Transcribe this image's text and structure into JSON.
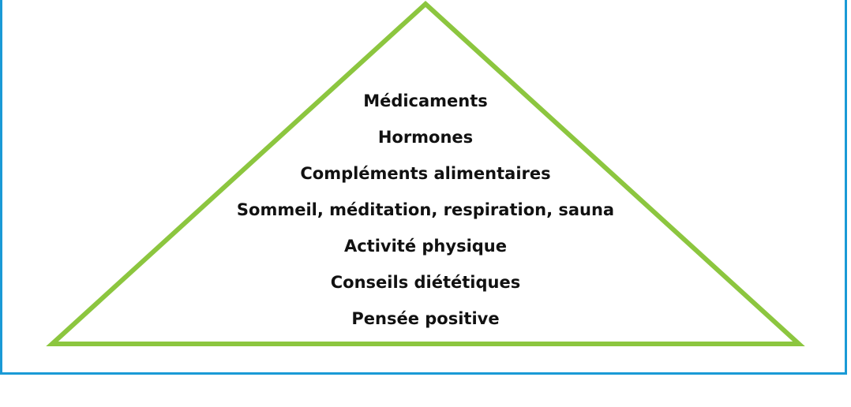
{
  "pyramid": {
    "levels": [
      "Médicaments",
      "Hormones",
      "Compléments alimentaires",
      "Sommeil, méditation, respiration, sauna",
      "Activité physique",
      "Conseils diététiques",
      "Pensée positive"
    ],
    "outline_color": "#8cc63f",
    "frame_color": "#1a9ad6"
  }
}
